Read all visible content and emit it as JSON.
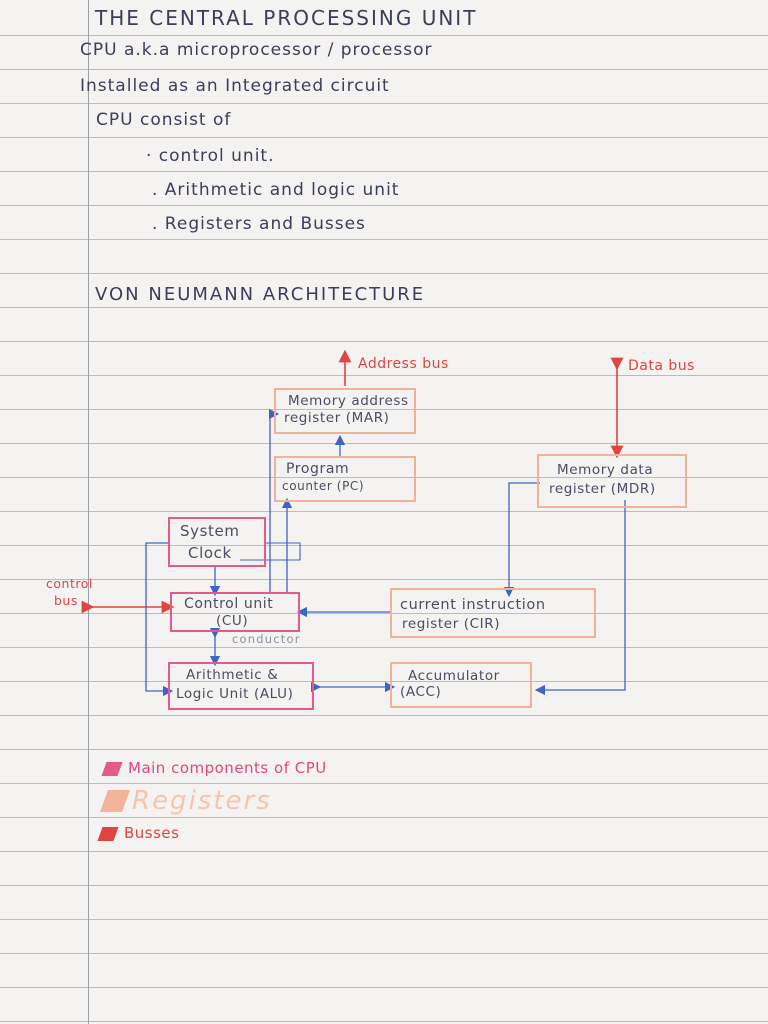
{
  "title": "THE CENTRAL PROCESSING UNIT",
  "bullets": [
    "CPU a.k.a microprocessor / processor",
    "Installed as an Integrated circuit"
  ],
  "consist": "CPU consist of",
  "components": [
    "· control unit.",
    ". Arithmetic and logic unit",
    ". Registers and Busses"
  ],
  "section_title": "VON NEUMANN ARCHITECTURE",
  "diagram": {
    "address_bus": "Address bus",
    "data_bus": "Data bus",
    "control_bus_1": "control",
    "control_bus_2": "bus",
    "mar_1": "Memory address",
    "mar_2": "register (MAR)",
    "pc_1": "Program",
    "pc_2": "counter (PC)",
    "mdr_1": "Memory data",
    "mdr_2": "register (MDR)",
    "clock_1": "System",
    "clock_2": "Clock",
    "cu_1": "Control unit",
    "cu_2": "(CU)",
    "conductor": "conductor",
    "cir_1": "current instruction",
    "cir_2": "register (CIR)",
    "alu_1": "Arithmetic &",
    "alu_2": "Logic Unit (ALU)",
    "acc_1": "Accumulator",
    "acc_2": "(ACC)"
  },
  "legend": {
    "main": "Main components of CPU",
    "registers": "Registers",
    "busses": "Busses"
  },
  "colors": {
    "ink": "#3b3e58",
    "pink": "#e45a8d",
    "orange": "#f0b39a",
    "red": "#e0443f",
    "blue": "#3f64c8"
  }
}
